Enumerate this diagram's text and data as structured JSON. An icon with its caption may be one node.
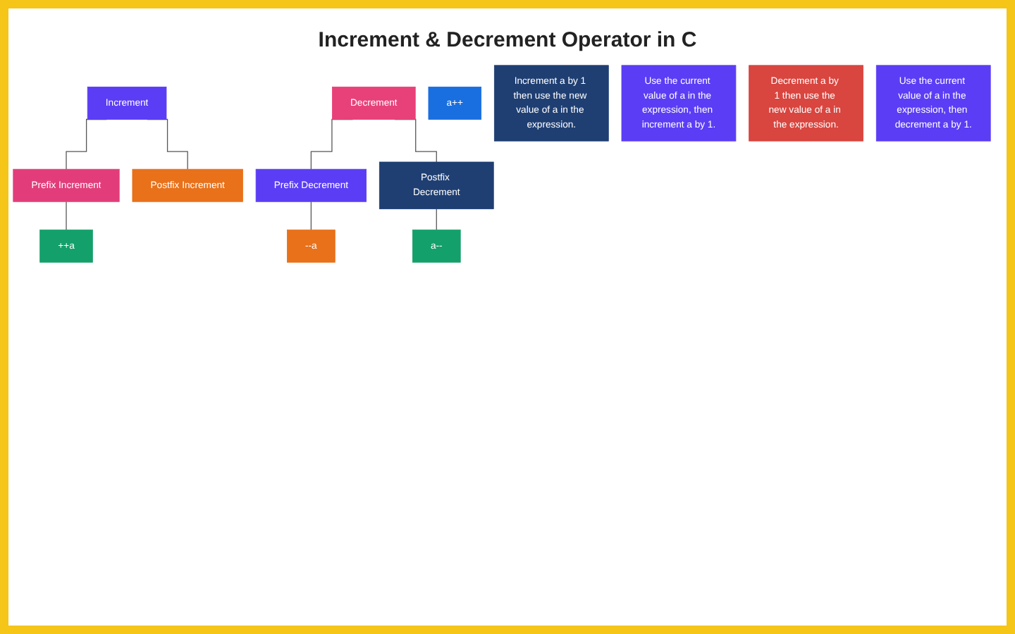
{
  "diagram": {
    "title": "Increment & Decrement Operator in C",
    "nodes": [
      {
        "text": [
          "Increment"
        ]
      },
      {
        "text": [
          "Decrement"
        ]
      },
      {
        "text": [
          "Prefix Increment"
        ]
      },
      {
        "text": [
          "Postfix Increment"
        ]
      },
      {
        "text": [
          "Prefix Decrement"
        ]
      },
      {
        "text": [
          "Postfix Decrement"
        ]
      },
      {
        "text": [
          "++a"
        ]
      },
      {
        "text": [
          "a++"
        ]
      },
      {
        "text": [
          "--a"
        ]
      },
      {
        "text": [
          "a--"
        ]
      },
      {
        "text": [
          "Increment a by 1 then use the new value of a in the expression."
        ]
      },
      {
        "text": [
          "Use the current value of a in the expression, then increment a by 1."
        ]
      },
      {
        "text": [
          "Decrement a by 1 then use the new value of a in the expression."
        ]
      },
      {
        "text": [
          "Use the current value of a in the expression, then decrement a by 1."
        ]
      }
    ],
    "edges": [
      {
        "from": 0,
        "to": 2,
        "arrow": "none"
      },
      {
        "from": 0,
        "to": 3,
        "arrow": "none"
      },
      {
        "from": 2,
        "to": 6,
        "arrow": "none"
      },
      {
        "from": 1,
        "to": 4,
        "arrow": "none"
      },
      {
        "from": 1,
        "to": 5,
        "arrow": "none"
      },
      {
        "from": 4,
        "to": 8,
        "arrow": "none"
      },
      {
        "from": 5,
        "to": 9,
        "arrow": "none"
      }
    ]
  }
}
